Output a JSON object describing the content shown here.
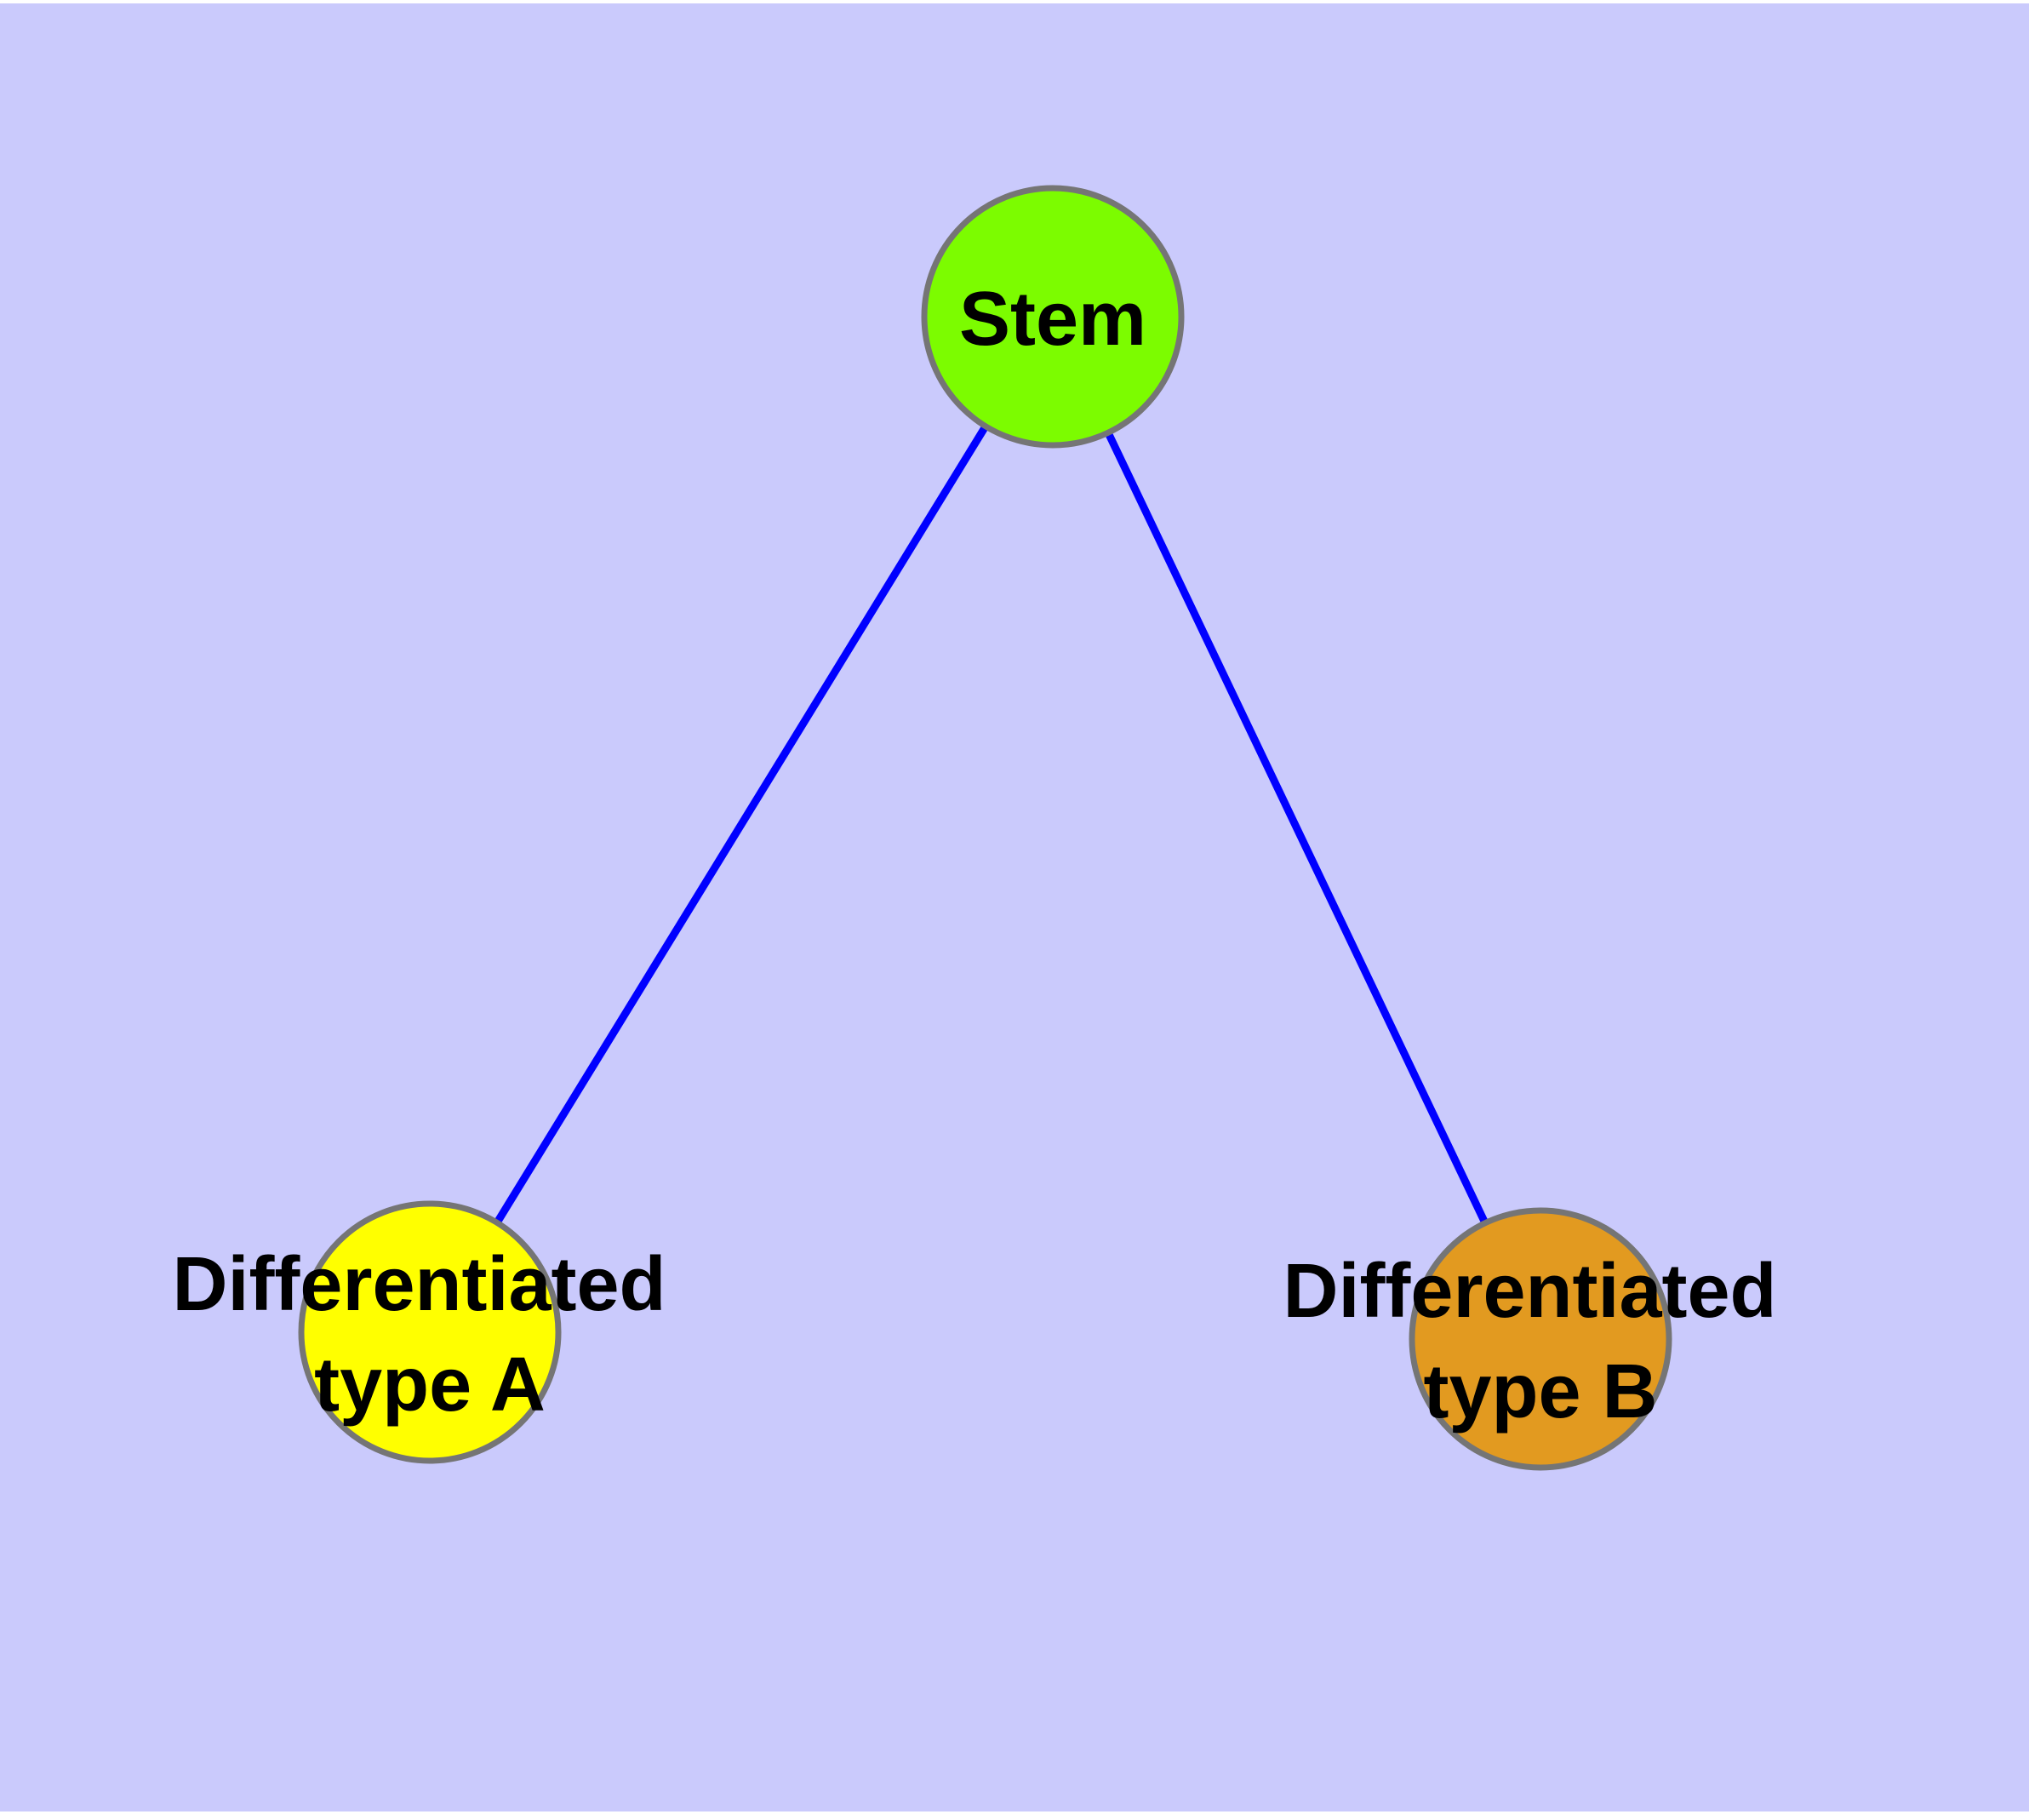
{
  "diagram": {
    "type": "node-link-graph",
    "background_color": "#CACAFC",
    "page_margin_color": "#FFFFFF",
    "edge_color": "#0000FF",
    "node_border_color": "#757575",
    "label_color": "#000000",
    "nodes": [
      {
        "id": "stem",
        "label": "Stem",
        "lines": [
          "Stem"
        ],
        "fill_color": "#7CFC00"
      },
      {
        "id": "differentiated-type-a",
        "label": "Differentiated type A",
        "lines": [
          "Differentiated",
          "type A"
        ],
        "fill_color": "#FFFF00"
      },
      {
        "id": "differentiated-type-b",
        "label": "Differentiated type B",
        "lines": [
          "Differentiated",
          "type B"
        ],
        "fill_color": "#E29A20"
      }
    ],
    "edges": [
      {
        "source": "Stem",
        "target": "Differentiated type A"
      },
      {
        "source": "Stem",
        "target": "Differentiated type B"
      }
    ]
  }
}
